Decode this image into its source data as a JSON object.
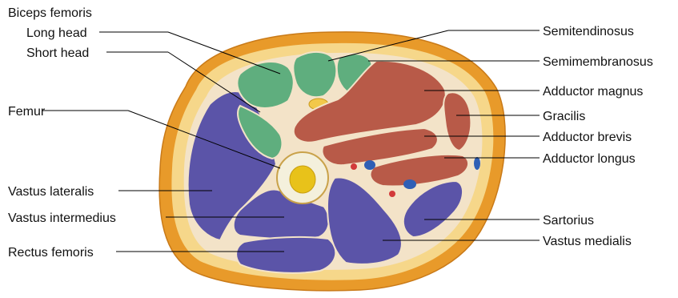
{
  "labels": {
    "biceps_femoris": "Biceps femoris",
    "long_head": "Long head",
    "short_head": "Short head",
    "femur": "Femur",
    "vastus_lateralis": "Vastus lateralis",
    "vastus_intermedius": "Vastus intermedius",
    "rectus_femoris": "Rectus femoris",
    "semitendinosus": "Semitendinosus",
    "semimembranosus": "Semimembranosus",
    "adductor_magnus": "Adductor magnus",
    "gracilis": "Gracilis",
    "adductor_brevis": "Adductor brevis",
    "adductor_longus": "Adductor longus",
    "sartorius": "Sartorius",
    "vastus_medialis": "Vastus medialis"
  },
  "colors": {
    "background": "#ffffff",
    "skin": "#e89a2a",
    "fat": "#f6d78a",
    "fascia": "#f3e3c8",
    "quadriceps": "#5b54a8",
    "hamstrings": "#5fae7e",
    "adductors": "#b85a48",
    "bone_cortex": "#f4f0dc",
    "marrow": "#e8c21a",
    "vein": "#2f5fb5",
    "artery": "#d23a3a",
    "leader_line": "#000000",
    "text": "#111111"
  }
}
